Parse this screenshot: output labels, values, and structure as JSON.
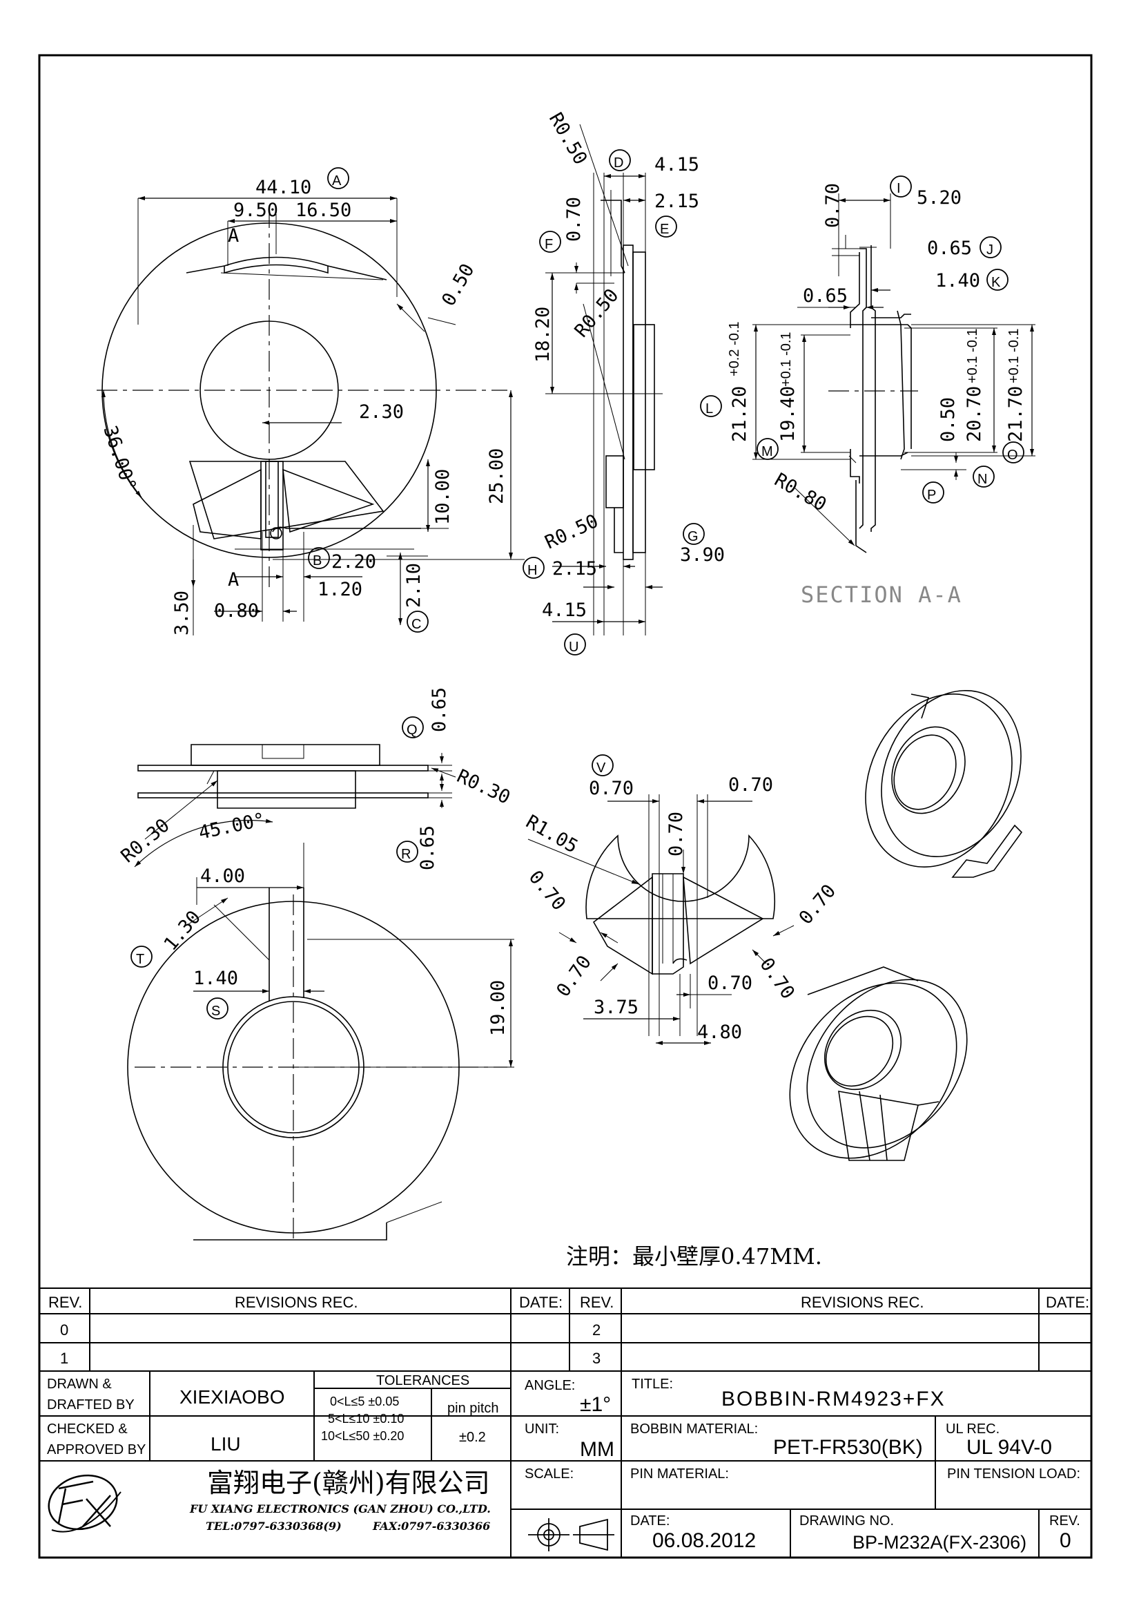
{
  "drawing": {
    "balloons": {
      "A": "A",
      "B": "B",
      "C": "C",
      "D": "D",
      "E": "E",
      "F": "F",
      "G": "G",
      "H": "H",
      "I": "I",
      "J": "J",
      "K": "K",
      "L": "L",
      "M": "M",
      "N": "N",
      "O": "O",
      "P": "P",
      "Q": "Q",
      "R": "R",
      "S": "S",
      "T": "T",
      "U": "U",
      "V": "V"
    },
    "top_view": {
      "d_44_10": "44.10",
      "d_9_50": "9.50",
      "d_16_50": "16.50",
      "d_0_50": "0.50",
      "d_2_30": "2.30",
      "d_36": "36.00°",
      "d_25_00": "25.00",
      "d_10_00": "10.00",
      "d_2_20": "2.20",
      "d_1_20": "1.20",
      "d_2_10": "2.10",
      "d_3_50": "3.50",
      "d_0_80": "0.80",
      "sec_a": "A"
    },
    "side_view": {
      "r0_50_top": "R0.50",
      "d_4_15_top": "4.15",
      "d_2_15_top": "2.15",
      "d_0_70": "0.70",
      "d_18_20": "18.20",
      "r0_50_mid": "R0.50",
      "r0_50_bot": "R0.50",
      "d_2_15_bot": "2.15",
      "d_3_90": "3.90",
      "d_4_15_bot": "4.15"
    },
    "section_view": {
      "d_0_70": "0.70",
      "d_5_20": "5.20",
      "d_0_65_r": "0.65",
      "d_1_40": "1.40",
      "d_0_65_l": "0.65",
      "d_21_20": "21.20",
      "tol_21_20": "+0.2 -0.1",
      "d_19_40": "19.40",
      "tol_19_40": "+0.1 -0.1",
      "d_0_50": "0.50",
      "d_20_70": "20.70",
      "tol_20_70": "+0.1 -0.1",
      "d_21_70": "21.70",
      "tol_21_70": "+0.1 -0.1",
      "r0_80": "R0.80",
      "title": "SECTION A-A"
    },
    "bottom_left": {
      "d_0_65_q": "0.65",
      "r0_30_r": "R0.30",
      "r0_30_l": "R0.30",
      "d_45": "45.00°",
      "d_0_65_r": "0.65",
      "d_4_00": "4.00",
      "d_1_30": "1.30",
      "d_1_40": "1.40",
      "d_19_00": "19.00"
    },
    "detail": {
      "d_0_70_a": "0.70",
      "d_0_70_b": "0.70",
      "d_0_70_c": "0.70",
      "r1_05": "R1.05",
      "d_0_70_d": "0.70",
      "d_0_70_e": "0.70",
      "d_0_70_f": "0.70",
      "d_0_70_g": "0.70",
      "d_0_70_h": "0.70",
      "d_3_75": "3.75",
      "d_4_80": "4.80"
    },
    "note": "注明：最小壁厚0.47MM."
  },
  "title_block": {
    "rev_header": "REV.",
    "revisions_header": "REVISIONS  REC.",
    "date_header": "DATE:",
    "rev_rows": [
      "0",
      "1"
    ],
    "rev_rows_right": [
      "2",
      "3"
    ],
    "drawn_label_1": "DRAWN &",
    "drawn_label_2": "DRAFTED BY",
    "drawn_value": "XIEXIAOBO",
    "checked_label_1": "CHECKED &",
    "checked_label_2": "APPROVED BY",
    "checked_value": "LIU",
    "tolerances_header": "TOLERANCES",
    "tol_1": "0<L≤5   ±0.05",
    "tol_2": "5<L≤10  ±0.10",
    "tol_3": "10<L≤50  ±0.20",
    "pin_pitch_label": "pin  pitch",
    "pin_pitch_value": "±0.2",
    "angle_label": "ANGLE:",
    "angle_value": "±1°",
    "unit_label": "UNIT:",
    "unit_value": "MM",
    "scale_label": "SCALE:",
    "title_label": "TITLE:",
    "title_value": "BOBBIN-RM4923+FX",
    "bobbin_material_label": "BOBBIN MATERIAL:",
    "bobbin_material_value": "PET-FR530(BK)",
    "ul_label": "UL REC.",
    "ul_value": "UL 94V-0",
    "pin_material_label": "PIN MATERIAL:",
    "pin_tension_label": "PIN TENSION LOAD:",
    "company_cn": "富翔电子(赣州)有限公司",
    "company_en": "FU XIANG ELECTRONICS (GAN ZHOU) CO.,LTD.",
    "tel": "TEL:0797-6330368(9)",
    "fax": "FAX:0797-6330366",
    "date_label": "DATE:",
    "date_value": "06.08.2012",
    "drawing_no_label": "DRAWING NO.",
    "drawing_no_value": "BP-M232A(FX-2306)",
    "rev_label": "REV.",
    "rev_value": "0"
  }
}
